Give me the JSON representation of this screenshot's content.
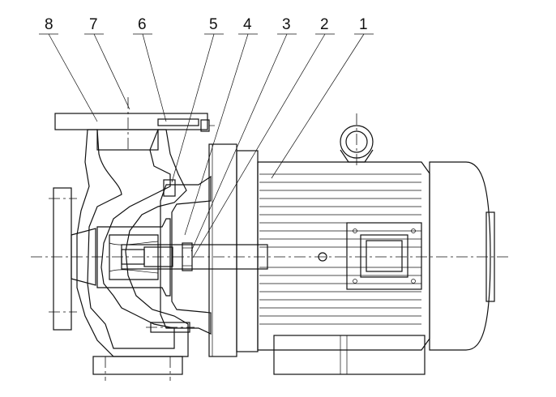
{
  "callouts": [
    {
      "label": "8"
    },
    {
      "label": "7"
    },
    {
      "label": "6"
    },
    {
      "label": "5"
    },
    {
      "label": "4"
    },
    {
      "label": "3"
    },
    {
      "label": "2"
    },
    {
      "label": "1"
    }
  ]
}
